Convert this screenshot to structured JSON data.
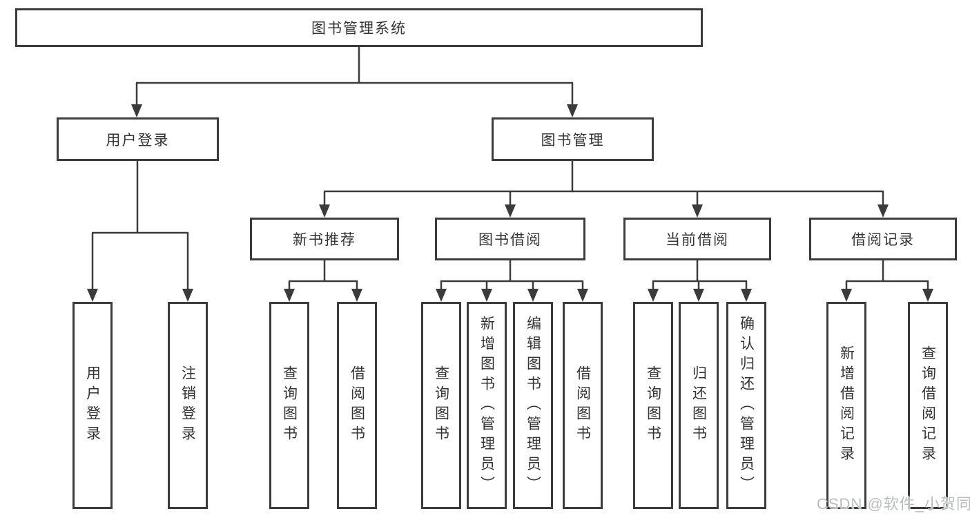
{
  "nodes": {
    "root": "图书管理系统",
    "level1": [
      {
        "label": "用户登录"
      },
      {
        "label": "图书管理"
      }
    ],
    "level2": [
      {
        "label": "新书推荐"
      },
      {
        "label": "图书借阅"
      },
      {
        "label": "当前借阅"
      },
      {
        "label": "借阅记录"
      }
    ],
    "leaves": [
      {
        "label": "用户登录"
      },
      {
        "label": "注销登录"
      },
      {
        "label": "查询图书"
      },
      {
        "label": "借阅图书"
      },
      {
        "label": "查询图书"
      },
      {
        "label": "新增图书（管理员）"
      },
      {
        "label": "编辑图书（管理员）"
      },
      {
        "label": "借阅图书"
      },
      {
        "label": "查询图书"
      },
      {
        "label": "归还图书"
      },
      {
        "label": "确认归还（管理员）"
      },
      {
        "label": "新增借阅记录"
      },
      {
        "label": "查询借阅记录"
      }
    ]
  },
  "watermark": "CSDN @软件_小贺同学",
  "colors": {
    "line": "#3b3b3b",
    "text": "#333333",
    "background": "#ffffff",
    "watermark": "#b9bdbd"
  }
}
